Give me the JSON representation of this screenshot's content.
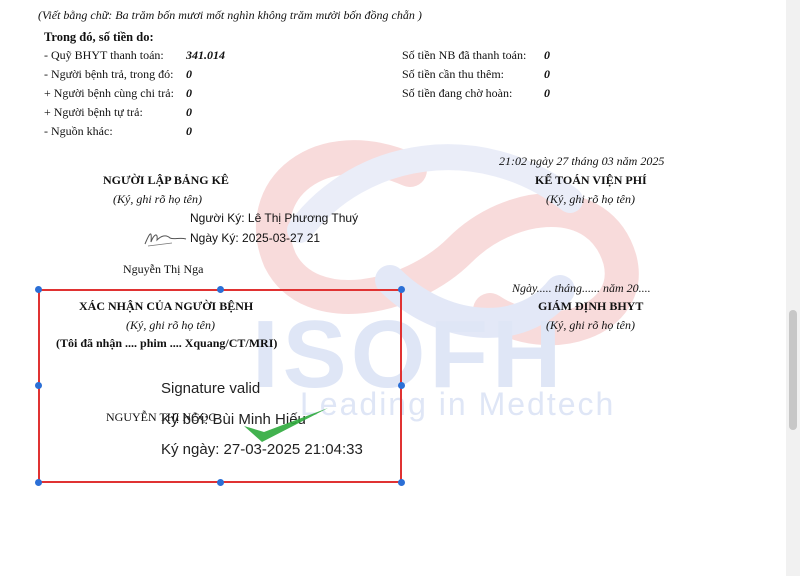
{
  "amount_in_words": "(Viết bằng chữ: Ba trăm bốn mươi mốt nghìn không trăm mười bốn đồng chẵn )",
  "breakdown": {
    "heading": "Trong đó, số tiền do:",
    "left": [
      {
        "label": "- Quỹ BHYT thanh toán:",
        "value": "341.014"
      },
      {
        "label": "- Người bệnh trả, trong đó:",
        "value": "0"
      },
      {
        "label": "+ Người bệnh cùng chi trả:",
        "value": "0"
      },
      {
        "label": "+ Người bệnh tự trả:",
        "value": "0"
      },
      {
        "label": "- Nguồn khác:",
        "value": "0"
      }
    ],
    "right": [
      {
        "label": "Số tiền NB đã thanh toán:",
        "value": "0"
      },
      {
        "label": "Số tiền cần thu thêm:",
        "value": "0"
      },
      {
        "label": "Số tiền đang chờ hoàn:",
        "value": "0"
      }
    ]
  },
  "date_line": "21:02 ngày 27 tháng 03 năm 2025",
  "preparer": {
    "title": "NGƯỜI LẬP BẢNG KÊ",
    "hint": "(Ký, ghi rõ họ tên)",
    "signer_label": "Người Ký: Lê Thị Phương Thuý",
    "sign_date_label": "Ngày Ký: 2025-03-27 21",
    "name": "Nguyễn Thị Nga"
  },
  "accountant": {
    "title": "KẾ TOÁN VIỆN PHÍ",
    "hint": "(Ký, ghi rõ họ tên)"
  },
  "blank_date": "Ngày.....    tháng......   năm 20....",
  "patient": {
    "title": "XÁC NHẬN CỦA NGƯỜI BỆNH",
    "hint": "(Ký, ghi rõ họ tên)",
    "note": "(Tôi đã nhận .... phim .... Xquang/CT/MRI)",
    "name": "NGUYỄN THỊ NGỌC"
  },
  "insurance": {
    "title": "GIÁM ĐỊNH BHYT",
    "hint": "(Ký, ghi rõ họ tên)"
  },
  "signature": {
    "valid_label": "Signature valid",
    "signed_by": "Ký bởi: Bùi Minh Hiếu",
    "signed_at": "Ký ngày: 27-03-2025 21:04:33"
  },
  "watermark": {
    "brand": "ISOFH",
    "tagline": "Leading in Medtech"
  },
  "colors": {
    "selection_border": "#e03232",
    "handle": "#2b6fd6",
    "check": "#2eaa3c",
    "watermark_red": "#f2b8b8",
    "watermark_blue": "#c9d3f0"
  }
}
